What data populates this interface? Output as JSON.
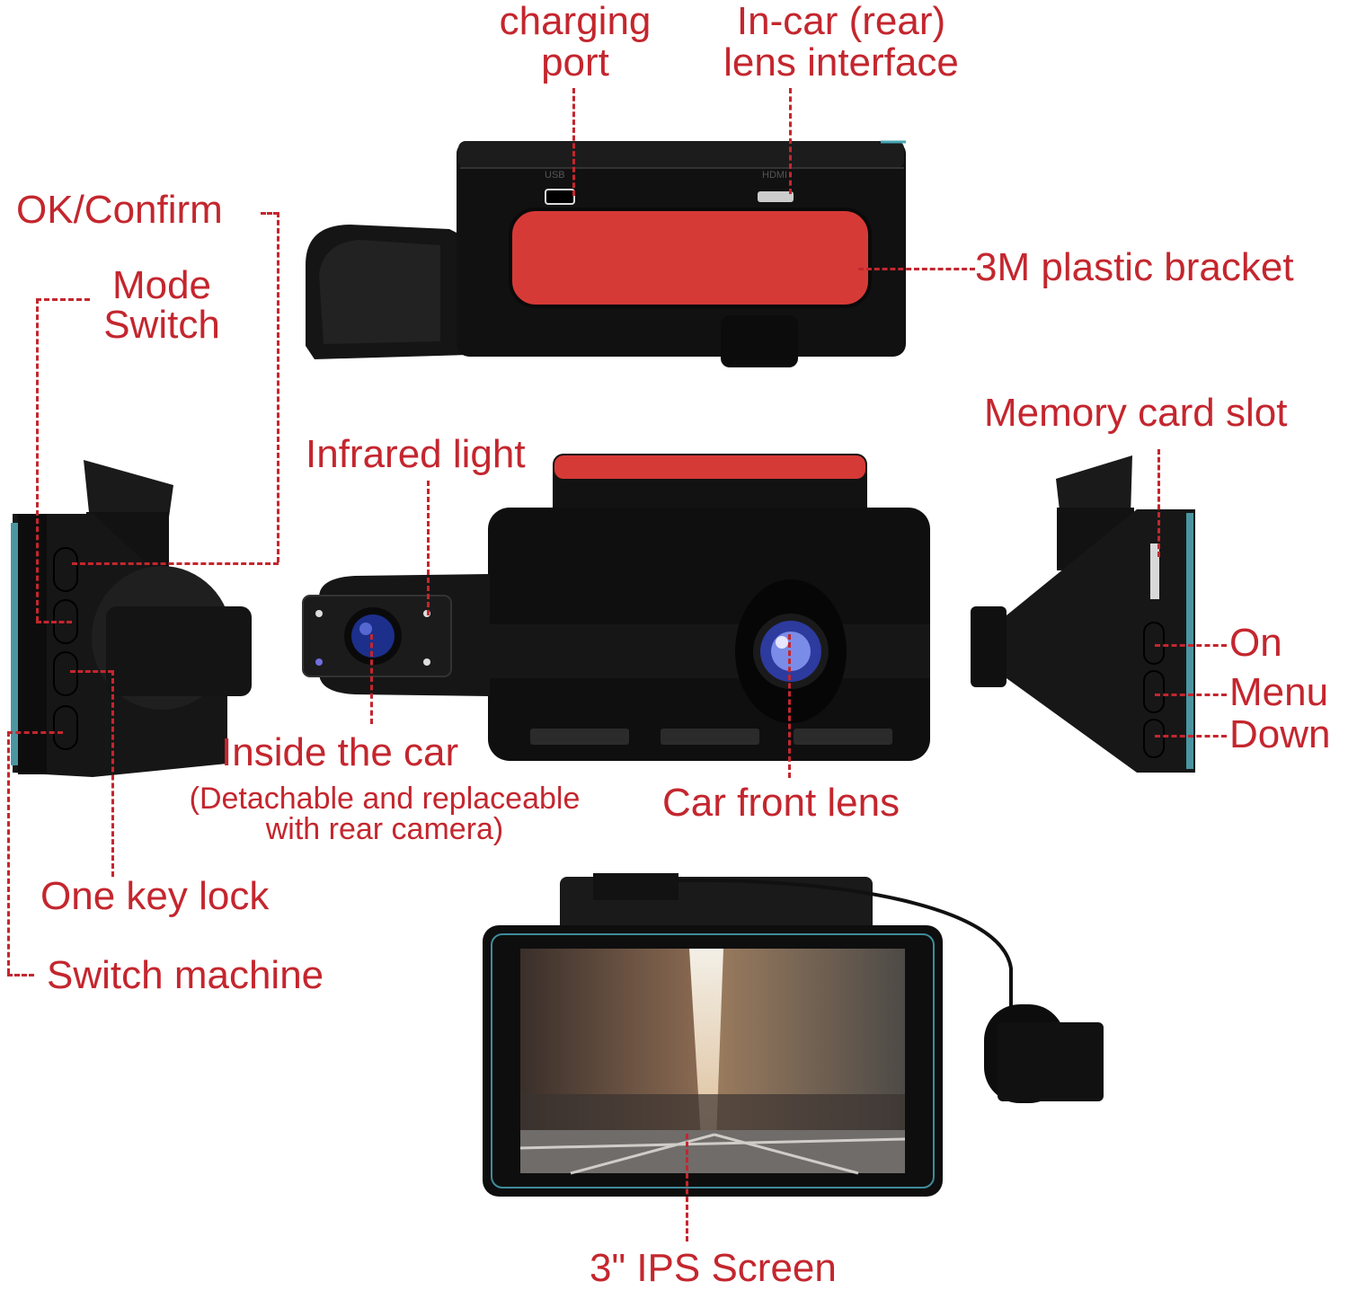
{
  "diagram": {
    "subject": "Dual-lens dash cam with 3\" IPS screen",
    "accent_color": "#c4262e",
    "views": [
      "top-view",
      "left-side-view",
      "front-view",
      "right-side-view",
      "rear-screen-view"
    ]
  },
  "labels": {
    "charging_port": [
      "charging",
      "port"
    ],
    "rear_lens_interface": [
      "In-car (rear)",
      "lens interface"
    ],
    "ok_confirm": "OK/Confirm",
    "mode_switch": [
      "Mode",
      "Switch"
    ],
    "bracket": "3M plastic bracket",
    "memory_card_slot": "Memory card slot",
    "infrared_light": "Infrared light",
    "inside_the_car": "Inside the car",
    "inside_note": [
      "(Detachable and replaceable",
      "with rear camera)"
    ],
    "car_front_lens": "Car front lens",
    "on": "On",
    "menu": "Menu",
    "down": "Down",
    "one_key_lock": "One key lock",
    "switch_machine": "Switch machine",
    "ips_screen": "3\" IPS Screen"
  },
  "port_markings": {
    "usb": "USB",
    "hdmi": "HDMI"
  }
}
